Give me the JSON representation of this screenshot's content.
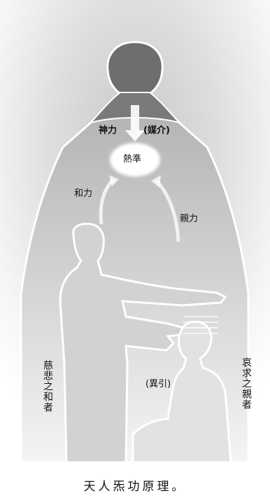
{
  "labels": {
    "divine_power": "神力",
    "medium": "(媒介)",
    "center": "熱準",
    "harmony_power": "和力",
    "parent_power": "親力",
    "difference": "(異引)",
    "left_side": "慈悲之和者",
    "right_side": "哀求之親者"
  },
  "caption": "天人炁功原理。",
  "colors": {
    "sky_dark": "#b8b8b8",
    "figure_dark": "#6e6e6e",
    "outline": "#ffffff",
    "text": "#111111"
  }
}
